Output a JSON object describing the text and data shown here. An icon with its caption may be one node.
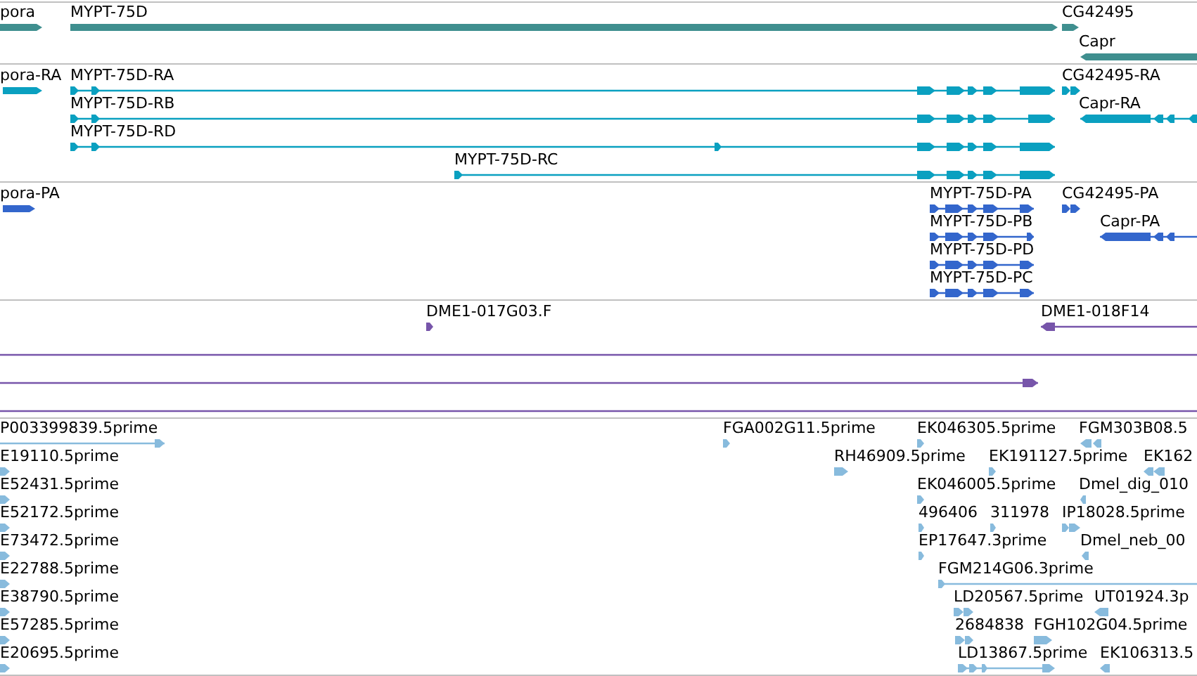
{
  "diagram": {
    "labels": [
      "pora",
      "MYPT-75D",
      "CG42495",
      "Capr",
      "pora-RA",
      "MYPT-75D-RA",
      "CG42495-RA",
      "MYPT-75D-RB",
      "Capr-RA",
      "MYPT-75D-RD",
      "MYPT-75D-RC",
      "pora-PA",
      "MYPT-75D-PA",
      "CG42495-PA",
      "MYPT-75D-PB",
      "Capr-PA",
      "MYPT-75D-PD",
      "MYPT-75D-PC",
      "DME1-017G03.F",
      "DME1-018F14",
      "P003399839.5prime",
      "FGA002G11.5prime",
      "EK046305.5prime",
      "FGM303B08.5",
      "E19110.5prime",
      "RH46909.5prime",
      "EK191127.5prime",
      "EK162",
      "E52431.5prime",
      "EK046005.5prime",
      "Dmel_dig_010",
      "E52172.5prime",
      "496406",
      "311978",
      "IP18028.5prime",
      "E73472.5prime",
      "EP17647.3prime",
      "Dmel_neb_00",
      "E22788.5prime",
      "FGM214G06.3prime",
      "E38790.5prime",
      "LD20567.5prime",
      "UT01924.3p",
      "E57285.5prime",
      "2684838",
      "FGH102G04.5prime",
      "E20695.5prime",
      "LD13867.5prime",
      "EK106313.5"
    ]
  }
}
